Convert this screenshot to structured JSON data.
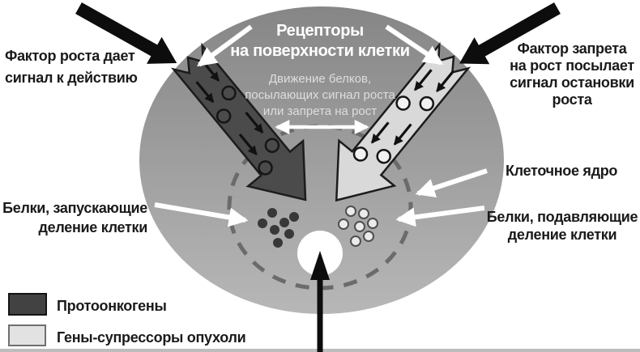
{
  "diagram": {
    "annotations": {
      "growth_factor": "Фактор роста дает\nсигнал к действию",
      "growth_stop_factor": "Фактор запрета\nна рост посылает\nсигнал остановки\nроста",
      "receptors_title": "Рецепторы\nна поверхности клетки",
      "protein_movement": "Движение белков,\nпосылающих сигнал роста\nили запрета на рост",
      "cell_nucleus": "Клеточное ядро",
      "proteins_activate": "Белки, запускающие\nделение клетки",
      "proteins_suppress": "Белки, подавляющие\nделение клетки"
    },
    "legend": [
      {
        "label": "Протоонкогены",
        "color": "#424242"
      },
      {
        "label": "Гены-супрессоры опухоли",
        "color": "#e2e2e2"
      }
    ],
    "colors": {
      "background": "#ffffff",
      "cell_top": "#868686",
      "cell_bottom": "#b7b7b7",
      "proto_oncogene_arrow": "#4b4b4b",
      "suppressor_gene_arrow": "#d9d9d9",
      "external_signal_arrow": "#0d0d0d",
      "annotation_arrow": "#ffffff",
      "nucleus_dash": "#6b6b6b",
      "nucleolus": "#ffffff",
      "dark_protein_dots": "#383838",
      "light_protein_dots": "#ebebeb"
    }
  }
}
